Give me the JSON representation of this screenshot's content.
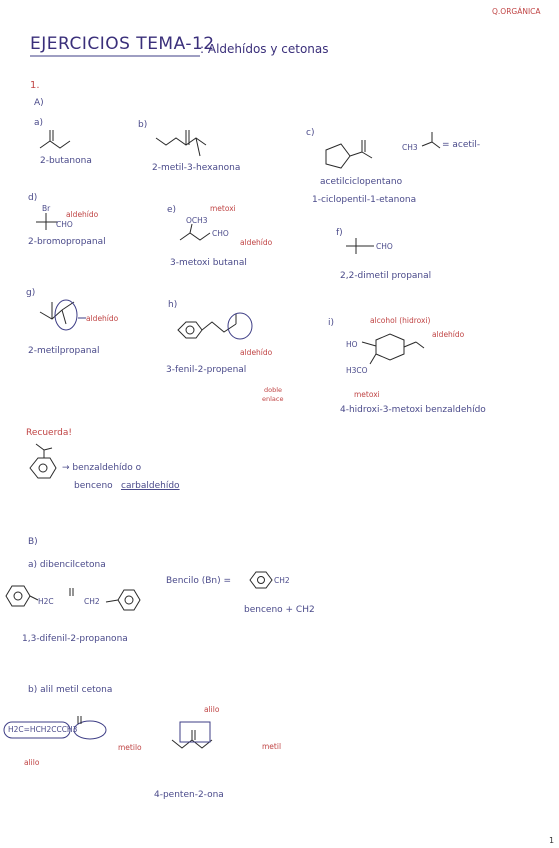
{
  "header": {
    "corner": "Q.ORGÁNICA",
    "title": "EJERCICIOS TEMA-12",
    "subtitle": ": Aldehídos y cetonas",
    "page_number": "1"
  },
  "part_a": {
    "number": "1.",
    "label": "A)",
    "a": {
      "letter": "a)",
      "name": "2-butanona"
    },
    "b": {
      "letter": "b)",
      "name": "2-metil-3-hexanona"
    },
    "c": {
      "letter": "c)",
      "formula": "CH3",
      "equals": "= acetil-",
      "name1": "acetilciclopentano",
      "name2": "1-ciclopentil-1-etanona"
    },
    "d": {
      "letter": "d)",
      "group": "Br",
      "cho": "CHO",
      "note": "aldehído",
      "name": "2-bromopropanal"
    },
    "e": {
      "letter": "e)",
      "group": "OCH3",
      "cho": "CHO",
      "note1": "metoxi",
      "note2": "aldehído",
      "name": "3-metoxi butanal"
    },
    "f": {
      "letter": "f)",
      "cho": "CHO",
      "name": "2,2-dimetil propanal"
    },
    "g": {
      "letter": "g)",
      "note": "aldehído",
      "name": "2-metilpropanal"
    },
    "h": {
      "letter": "h)",
      "note1": "aldehído",
      "name": "3-fenil-2-propenal",
      "note2": "doble",
      "note3": "enlace"
    },
    "i": {
      "letter": "i)",
      "note1": "alcohol (hidroxi)",
      "note2": "aldehído",
      "ho": "HO",
      "h3co": "H3CO",
      "note3": "metoxi",
      "name": "4-hidroxi-3-metoxi benzaldehído"
    },
    "remember": {
      "title": "Recuerda!",
      "text1": "→ benzaldehído o",
      "text2": "benceno",
      "text3": "carbaldehído"
    }
  },
  "part_b": {
    "label": "B)",
    "a": {
      "title": "a) dibencilcetona",
      "h2c": "H2C",
      "ch2": "CH2",
      "bencilo": "Bencilo (Bn) =",
      "ch2_group": "CH2",
      "sum": "benceno + CH2",
      "name": "1,3-difenil-2-propanona"
    },
    "b": {
      "title": "b) alil metil cetona",
      "formula": "H2C=HCH2CCCH3",
      "note_metil": "metilo",
      "note_alilo": "alilo",
      "note_alilo2": "alilo",
      "note_metil2": "metil",
      "name": "4-penten-2-ona"
    }
  }
}
